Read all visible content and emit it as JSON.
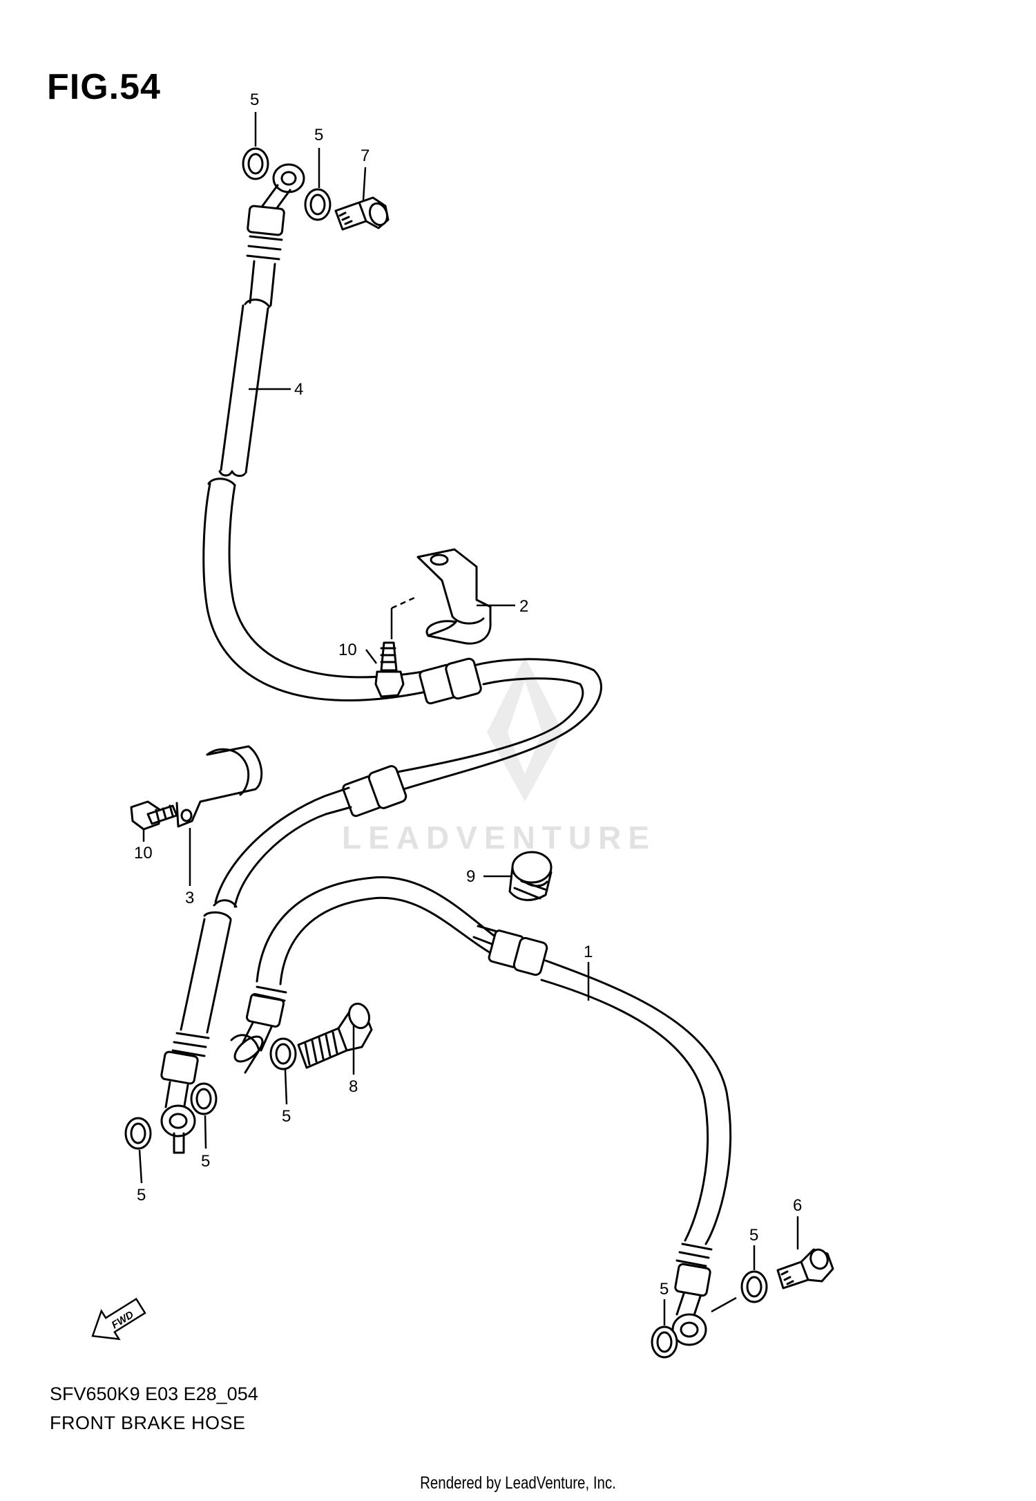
{
  "figure": {
    "title": "FIG.54",
    "model_code": "SFV650K9 E03 E28_054",
    "name": "FRONT BRAKE HOSE"
  },
  "callouts": {
    "c1": "1",
    "c2": "2",
    "c3": "3",
    "c4": "4",
    "c5a": "5",
    "c5b": "5",
    "c5c": "5",
    "c5d": "5",
    "c5e": "5",
    "c5f": "5",
    "c5g": "5",
    "c6": "6",
    "c7": "7",
    "c8": "8",
    "c9": "9",
    "c10a": "10",
    "c10b": "10"
  },
  "direction_arrow": {
    "label": "FWD"
  },
  "watermark": {
    "text": "LEADVENTURE"
  },
  "footer": {
    "credit": "Rendered by LeadVenture, Inc."
  },
  "colors": {
    "line": "#000000",
    "background": "#ffffff",
    "watermark": "#e2e2e2"
  }
}
